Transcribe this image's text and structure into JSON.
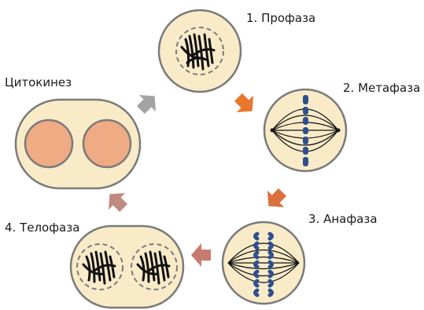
{
  "stages": {
    "prophase": {
      "label": "1. Профаза"
    },
    "metaphase": {
      "label": "2. Метафаза"
    },
    "anaphase": {
      "label": "3. Анафаза"
    },
    "telophase": {
      "label": "4. Телофаза"
    },
    "cytokinesis": {
      "label": "Цитокинез"
    }
  },
  "colors": {
    "cell_fill": "#faebc8",
    "cell_stroke": "#7a7a7a",
    "nucleus_fill": "#efab84",
    "chromosome": "#111111",
    "chromosome_blue": "#2e4f8f",
    "arrow_orange": "#e8762d",
    "arrow_rust": "#d9713f",
    "arrow_brown": "#c77b6e",
    "arrow_pink_brown": "#bf8a80",
    "arrow_gray": "#a3a3a3"
  }
}
